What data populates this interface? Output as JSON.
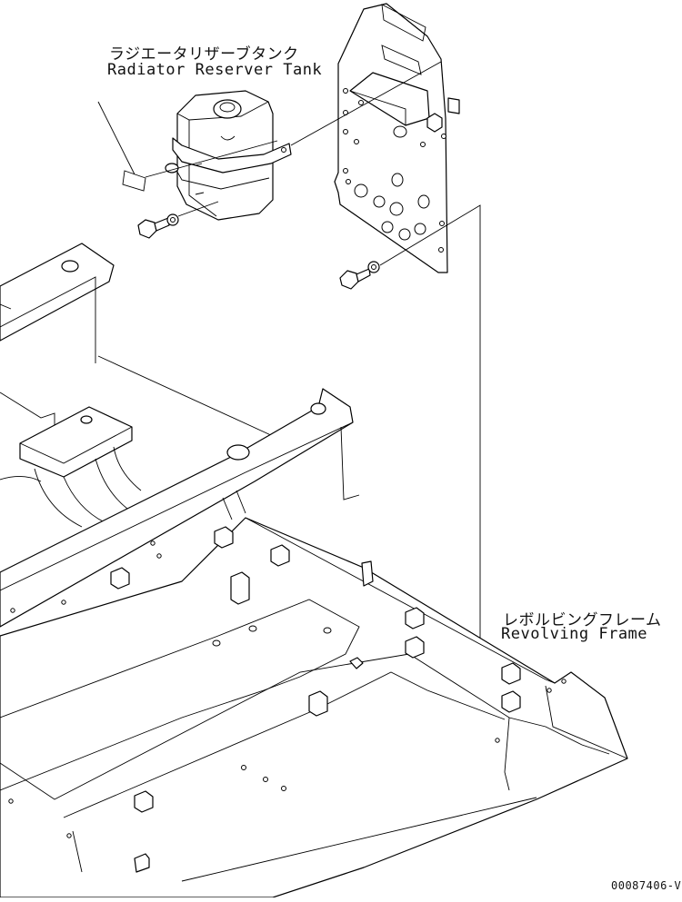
{
  "labels": {
    "radiator_tank_jp": "ラジエータリザーブタンク",
    "radiator_tank_en": "Radiator Reserver Tank",
    "revolving_frame_jp": "レボルビングフレーム",
    "revolving_frame_en": "Revolving Frame"
  },
  "drawing_number": "00087406-V"
}
